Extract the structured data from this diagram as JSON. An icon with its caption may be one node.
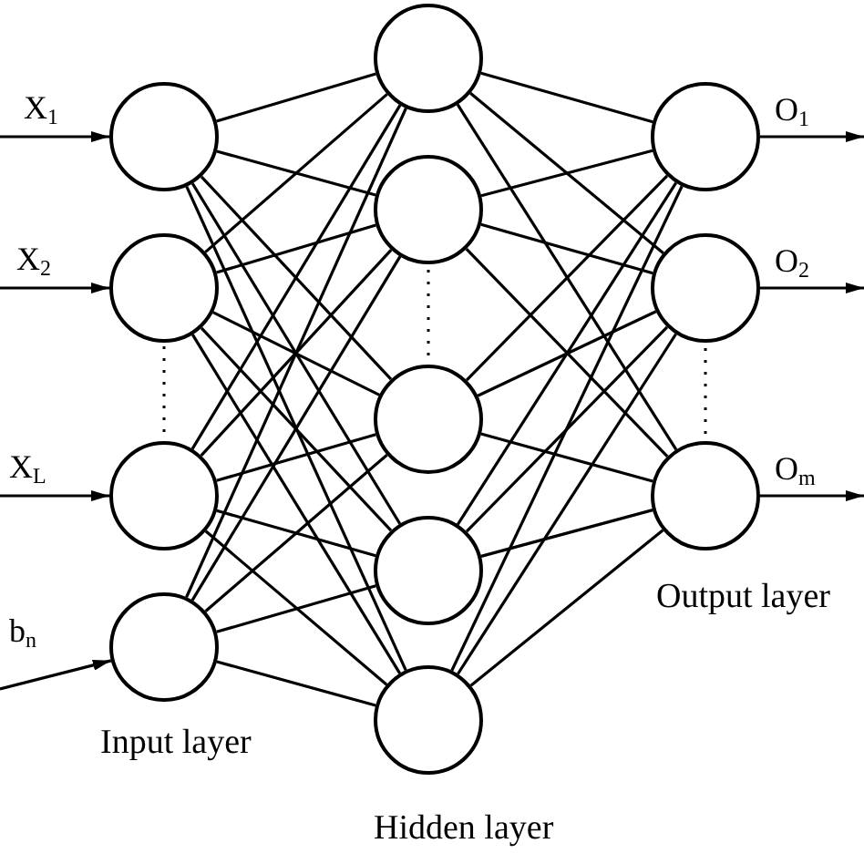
{
  "diagram": {
    "nodes": [
      {
        "text": [],
        "shape": "circle"
      },
      {
        "text": [],
        "shape": "circle"
      },
      {
        "text": [],
        "shape": "circle"
      },
      {
        "text": [],
        "shape": "circle"
      },
      {
        "text": [],
        "shape": "circle"
      },
      {
        "text": [],
        "shape": "circle"
      },
      {
        "text": [],
        "shape": "circle"
      },
      {
        "text": [],
        "shape": "circle"
      },
      {
        "text": [],
        "shape": "circle"
      },
      {
        "text": [],
        "shape": "circle"
      },
      {
        "text": [],
        "shape": "circle"
      },
      {
        "text": [],
        "shape": "circle"
      }
    ],
    "edges": [
      {
        "from": null,
        "to": 0,
        "arrow": "to",
        "label": "X$_{1}$"
      },
      {
        "from": null,
        "to": 1,
        "arrow": "to",
        "label": "X$_{2}$"
      },
      {
        "from": null,
        "to": 2,
        "arrow": "to",
        "label": "X$_{L}$"
      },
      {
        "from": null,
        "to": 3,
        "arrow": "to",
        "label": "b$_{n}$"
      },
      {
        "from": 9,
        "to": null,
        "arrow": "to",
        "label": "O$_{1}$"
      },
      {
        "from": 10,
        "to": null,
        "arrow": "to",
        "label": "O$_{2}$"
      },
      {
        "from": 11,
        "to": null,
        "arrow": "to",
        "label": "O$_{m}$"
      },
      {
        "from": 0,
        "to": 4,
        "arrow": "none"
      },
      {
        "from": 0,
        "to": 5,
        "arrow": "none"
      },
      {
        "from": 0,
        "to": 6,
        "arrow": "none"
      },
      {
        "from": 0,
        "to": 7,
        "arrow": "none"
      },
      {
        "from": 0,
        "to": 8,
        "arrow": "none"
      },
      {
        "from": 1,
        "to": 4,
        "arrow": "none"
      },
      {
        "from": 1,
        "to": 5,
        "arrow": "none"
      },
      {
        "from": 1,
        "to": 6,
        "arrow": "none"
      },
      {
        "from": 1,
        "to": 7,
        "arrow": "none"
      },
      {
        "from": 1,
        "to": 8,
        "arrow": "none"
      },
      {
        "from": 2,
        "to": 4,
        "arrow": "none"
      },
      {
        "from": 2,
        "to": 5,
        "arrow": "none"
      },
      {
        "from": 2,
        "to": 6,
        "arrow": "none"
      },
      {
        "from": 2,
        "to": 7,
        "arrow": "none"
      },
      {
        "from": 2,
        "to": 8,
        "arrow": "none"
      },
      {
        "from": 3,
        "to": 4,
        "arrow": "none"
      },
      {
        "from": 3,
        "to": 5,
        "arrow": "none"
      },
      {
        "from": 3,
        "to": 6,
        "arrow": "none"
      },
      {
        "from": 3,
        "to": 7,
        "arrow": "none"
      },
      {
        "from": 3,
        "to": 8,
        "arrow": "none"
      },
      {
        "from": 4,
        "to": 9,
        "arrow": "none"
      },
      {
        "from": 4,
        "to": 10,
        "arrow": "none"
      },
      {
        "from": 4,
        "to": 11,
        "arrow": "none"
      },
      {
        "from": 5,
        "to": 9,
        "arrow": "none"
      },
      {
        "from": 5,
        "to": 10,
        "arrow": "none"
      },
      {
        "from": 5,
        "to": 11,
        "arrow": "none"
      },
      {
        "from": 6,
        "to": 9,
        "arrow": "none"
      },
      {
        "from": 6,
        "to": 10,
        "arrow": "none"
      },
      {
        "from": 6,
        "to": 11,
        "arrow": "none"
      },
      {
        "from": 7,
        "to": 9,
        "arrow": "none"
      },
      {
        "from": 7,
        "to": 10,
        "arrow": "none"
      },
      {
        "from": 7,
        "to": 11,
        "arrow": "none"
      },
      {
        "from": 8,
        "to": 9,
        "arrow": "none"
      },
      {
        "from": 8,
        "to": 10,
        "arrow": "none"
      },
      {
        "from": 8,
        "to": 11,
        "arrow": "none"
      }
    ],
    "labels": [
      "Input layer",
      "Output layer",
      "Hidden layer"
    ]
  }
}
